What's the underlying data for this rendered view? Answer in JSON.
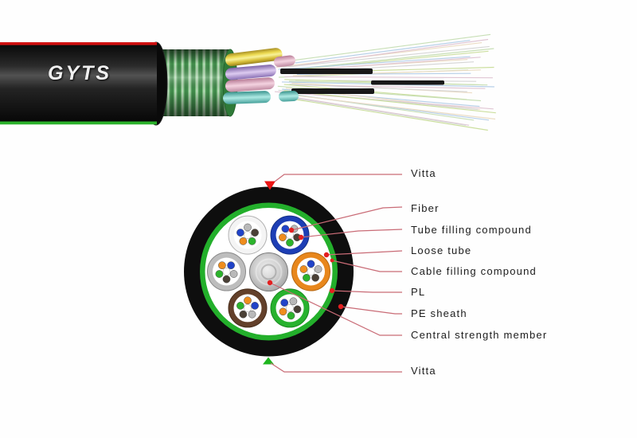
{
  "cable": {
    "model": "GYTS",
    "type_description": "stranded loose tube armored fiber optic cable diagram"
  },
  "labels": [
    {
      "text": "Vitta"
    },
    {
      "text": "Fiber"
    },
    {
      "text": "Tube filling compound"
    },
    {
      "text": "Loose tube"
    },
    {
      "text": "Cable filling compound"
    },
    {
      "text": "PL"
    },
    {
      "text": "PE sheath"
    },
    {
      "text": "Central strength member"
    },
    {
      "text": "Vitta"
    }
  ],
  "cross_section": {
    "marker_top_color": "#ea1414",
    "marker_bottom_color": "#1db51d",
    "pe_sheath_color": "#0e0e0e",
    "pl_color": "#23af2b",
    "leader_line_color": "#c96b76",
    "dot_color": "#e32020",
    "steel_center_colors": [
      "#eeeeee",
      "#8d8d8d"
    ],
    "tubes": [
      {
        "name": "loose-tube-white",
        "ring_color": "#f4f4f4",
        "outline": "#b2b2b2",
        "angle_deg": 120,
        "fiber_rotation_deg": 162
      },
      {
        "name": "loose-tube-blue",
        "ring_color": "#1d3eb5",
        "outline": "#152f85",
        "angle_deg": 60,
        "fiber_rotation_deg": 126
      },
      {
        "name": "loose-tube-gray",
        "ring_color": "#bdbdbd",
        "outline": "#8a8a8a",
        "angle_deg": 180,
        "fiber_rotation_deg": 54
      },
      {
        "name": "loose-tube-orange",
        "ring_color": "#e8871c",
        "outline": "#b5660f",
        "angle_deg": 0,
        "fiber_rotation_deg": 90
      },
      {
        "name": "loose-tube-brown",
        "ring_color": "#63402a",
        "outline": "#472c1a",
        "angle_deg": 240,
        "fiber_rotation_deg": 18
      },
      {
        "name": "loose-tube-green",
        "ring_color": "#27b22e",
        "outline": "#178a1d",
        "angle_deg": 300,
        "fiber_rotation_deg": 135
      }
    ],
    "fiber_colors": [
      "#2143c8",
      "#ef8d1d",
      "#2cb32c",
      "#4a4036",
      "#b9b9b9"
    ],
    "fiber_center_color": "#ffffff"
  },
  "render3d": {
    "sheath_color": "#151515",
    "stripe_top_color": "#d01010",
    "stripe_bottom_color": "#2bb12b",
    "armor_color": "#4f9f58",
    "buffer_tube_colors": [
      "#ecd94f",
      "#bda6dd",
      "#e9b9ca",
      "#83d6d0"
    ],
    "fiber_strand_colors": [
      "#c8dfb6",
      "#b6cfe8",
      "#ecdcc4",
      "#e0c6d4",
      "#d6d6d6",
      "#ccdf9f"
    ],
    "strength_member_color": "#181818"
  }
}
